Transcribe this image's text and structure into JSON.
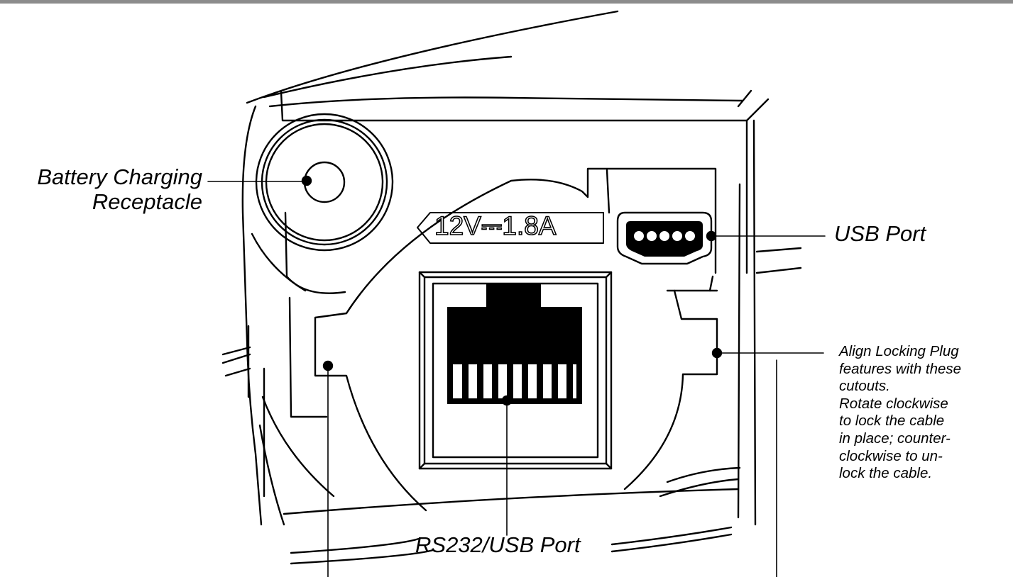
{
  "callouts": {
    "battery": {
      "line1": "Battery Charging",
      "line2": "Receptacle"
    },
    "usb_port": "USB Port",
    "rs232_port": "RS232/USB Port",
    "align": {
      "lines": [
        "Align Locking Plug",
        "features with these",
        "cutouts.",
        "Rotate clockwise",
        "to lock the cable",
        "in place; counter-",
        "clockwise to un-",
        "lock the cable."
      ]
    }
  },
  "device_label": {
    "voltage": "12V",
    "dc_symbol": "⎓",
    "current": "1.8A"
  },
  "colors": {
    "ink": "#000000",
    "paper": "#ffffff",
    "rule": "#8c8c8c"
  }
}
